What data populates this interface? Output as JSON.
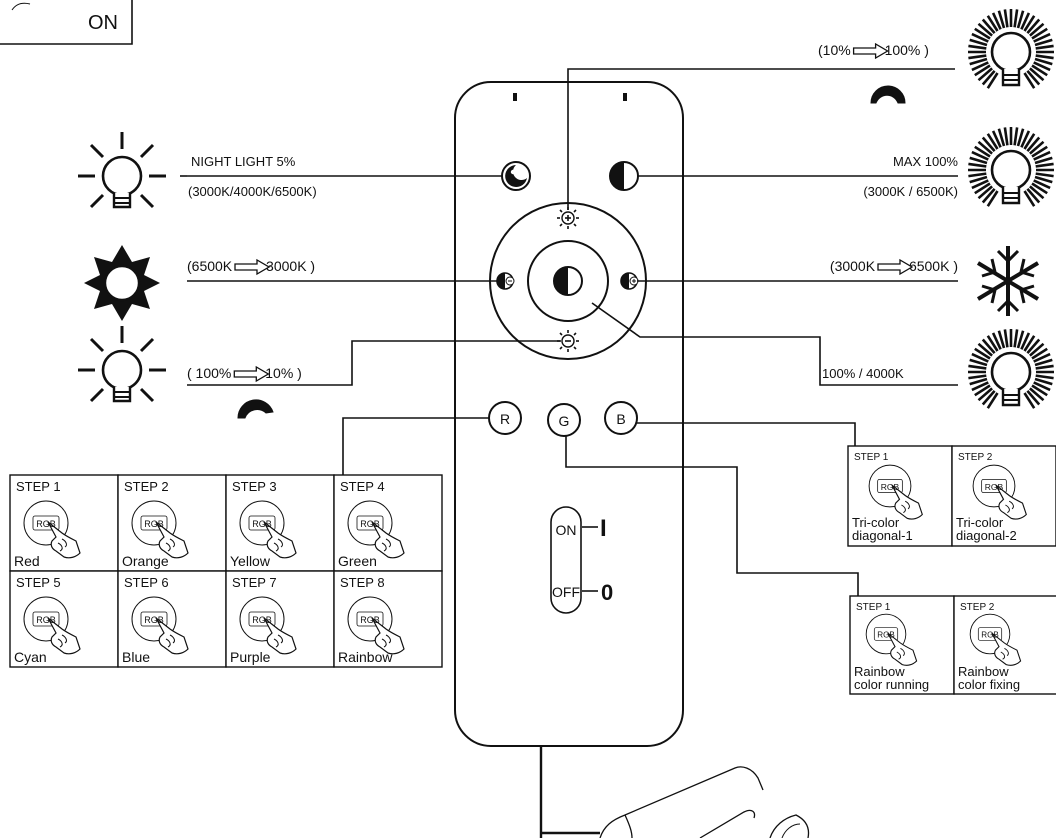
{
  "power_badge": {
    "label": "ON"
  },
  "remote": {
    "buttons": {
      "red": "R",
      "green": "G",
      "blue": "B"
    },
    "switch": {
      "on_label": "ON",
      "on_mark": "I",
      "off_label": "OFF",
      "off_mark": "0"
    }
  },
  "functions": {
    "brightness_up": "(10% ⇒ 100% )",
    "night_light_title": "NIGHT LIGHT 5%",
    "night_light_cct": "(3000K/4000K/6500K)",
    "max_title": "MAX 100%",
    "max_cct": "(3000K / 6500K)",
    "warmer": "(6500K ⇒ 3000K )",
    "cooler": "(3000K ⇒ 6500K )",
    "brightness_down": "( 100% ⇒ 10% )",
    "center_default": "100% / 4000K"
  },
  "r_steps": [
    {
      "step": "STEP 1",
      "color": "Red"
    },
    {
      "step": "STEP 2",
      "color": "Orange"
    },
    {
      "step": "STEP 3",
      "color": "Yellow"
    },
    {
      "step": "STEP 4",
      "color": "Green"
    },
    {
      "step": "STEP 5",
      "color": "Cyan"
    },
    {
      "step": "STEP 6",
      "color": "Blue"
    },
    {
      "step": "STEP 7",
      "color": "Purple"
    },
    {
      "step": "STEP 8",
      "color": "Rainbow"
    }
  ],
  "b_steps": [
    {
      "step": "STEP 1",
      "line1": "Tri-color",
      "line2": "diagonal-1"
    },
    {
      "step": "STEP 2",
      "line1": "Tri-color",
      "line2": "diagonal-2"
    }
  ],
  "g_steps": [
    {
      "step": "STEP 1",
      "line1": "Rainbow",
      "line2": "color running"
    },
    {
      "step": "STEP 2",
      "line1": "Rainbow",
      "line2": "color fixing"
    }
  ],
  "rgb_label": "RGB"
}
